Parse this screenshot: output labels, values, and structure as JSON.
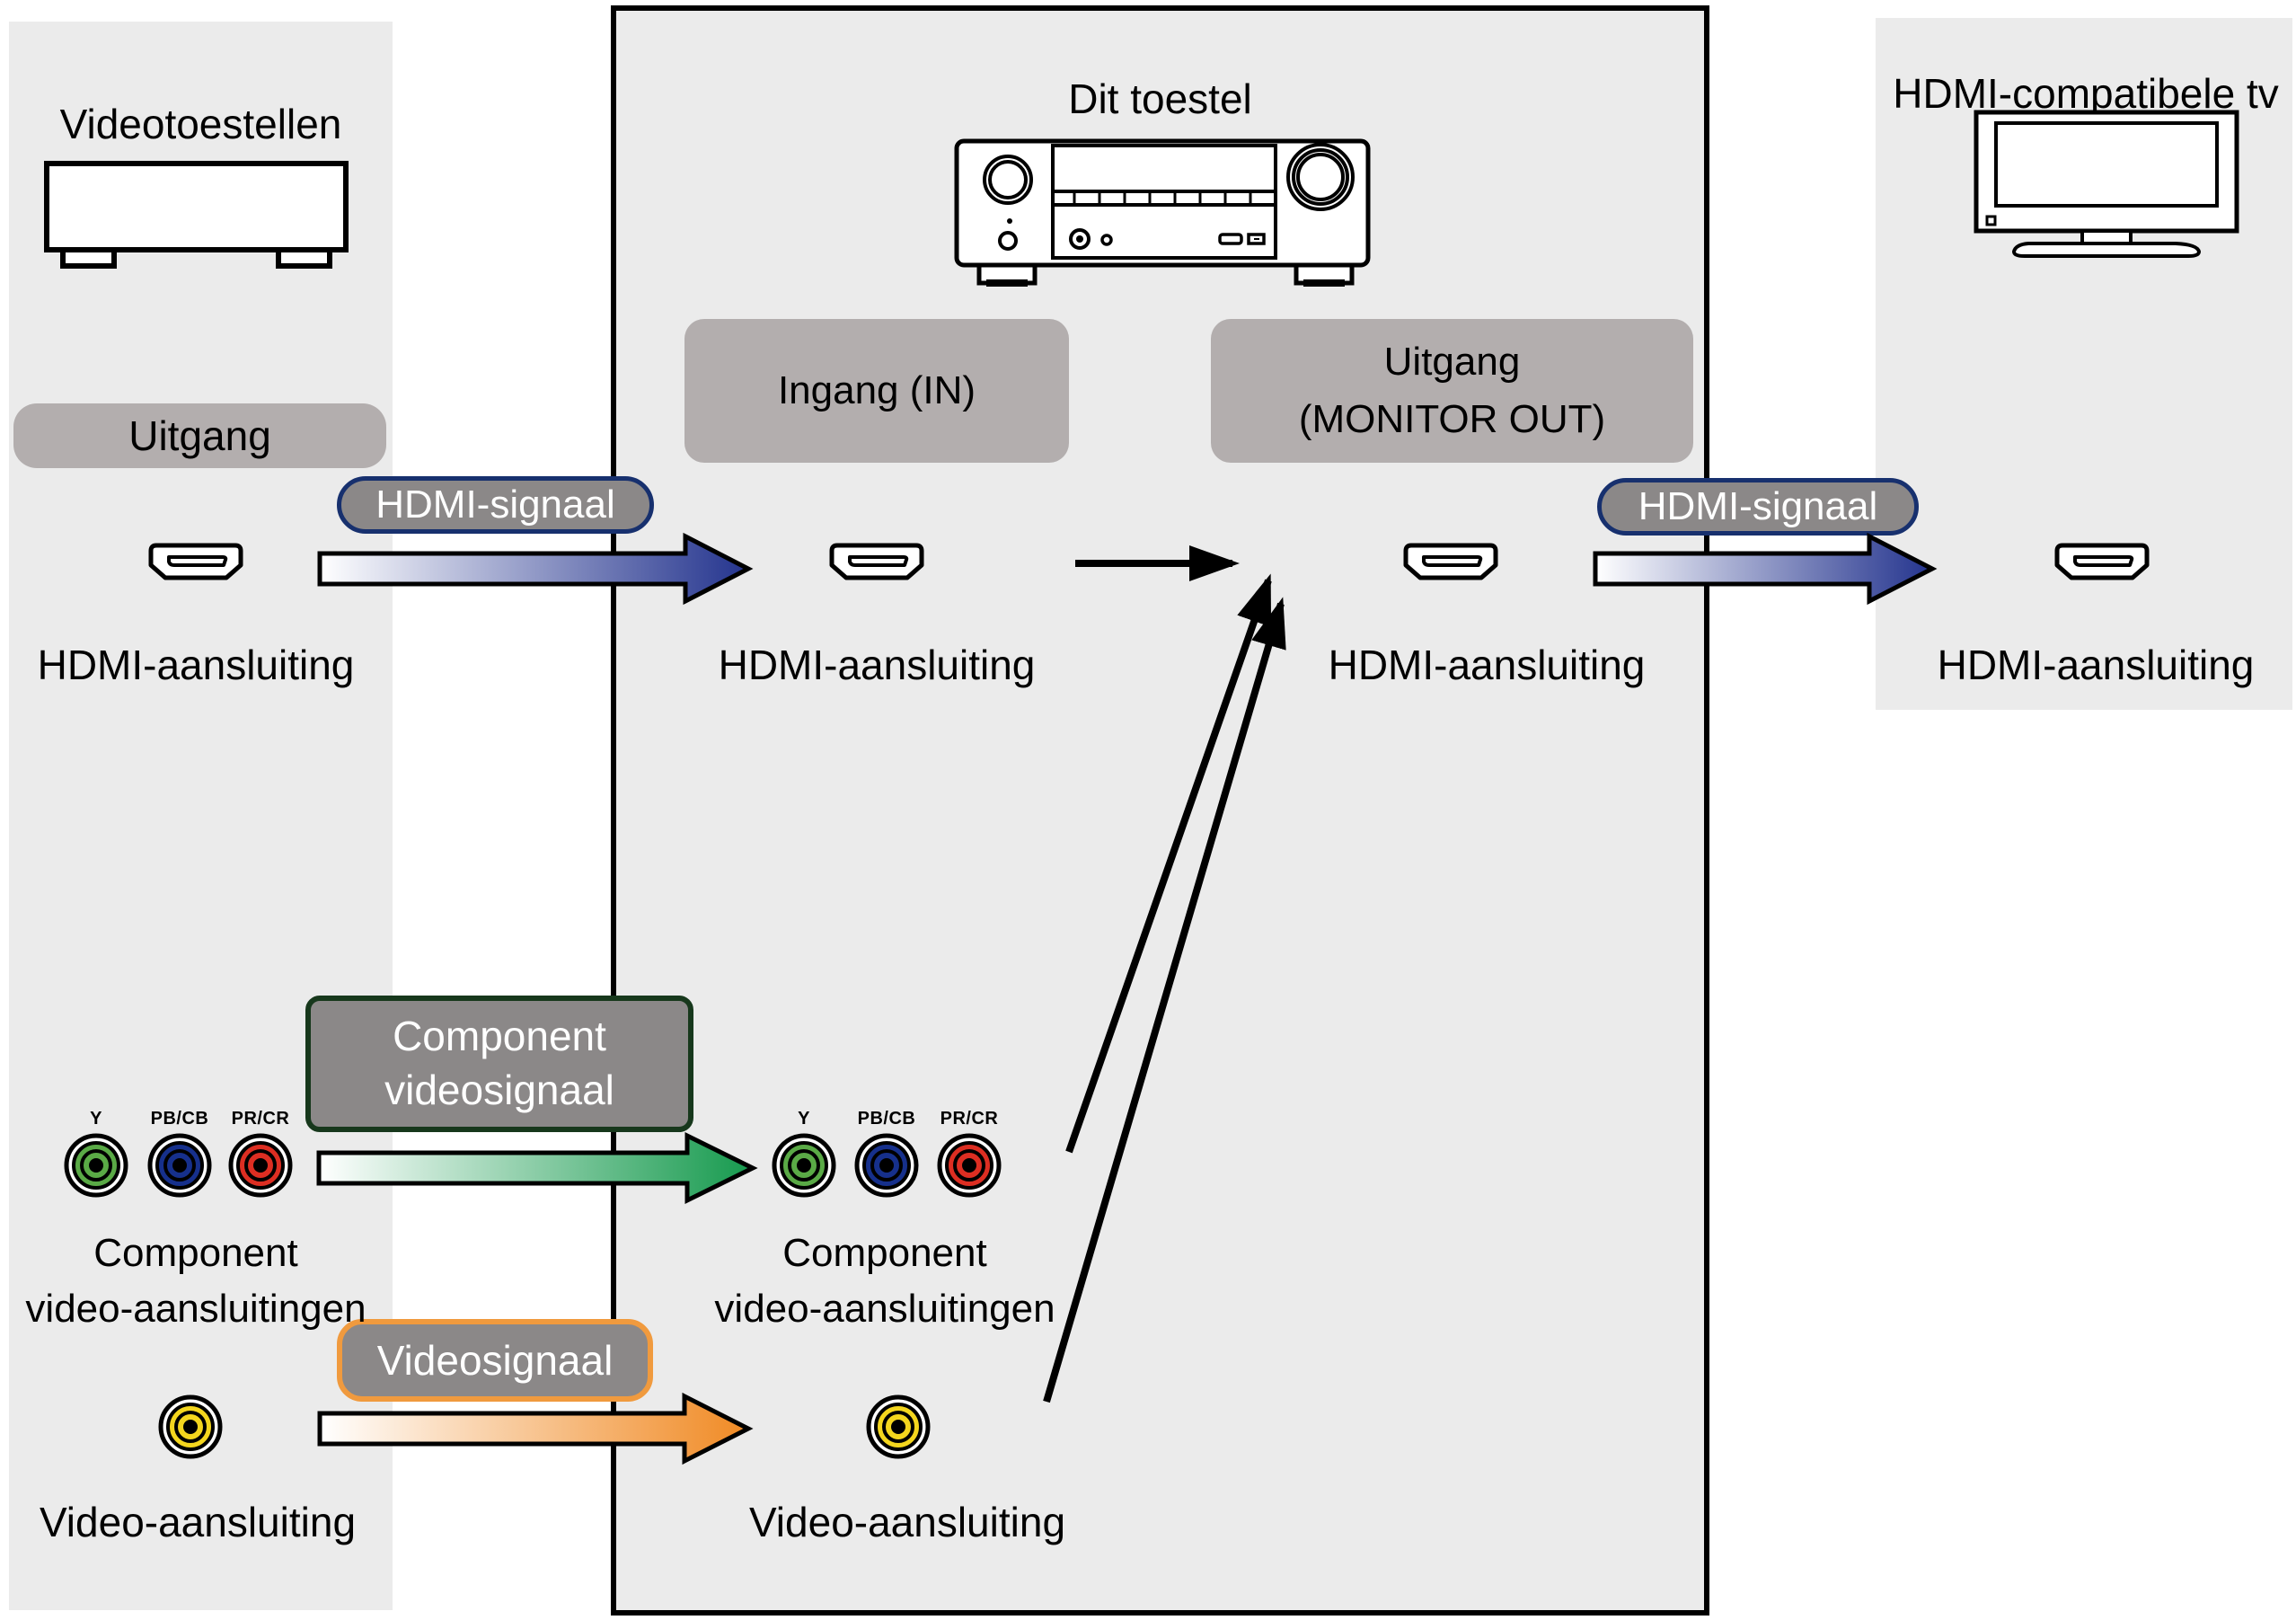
{
  "left_panel": {
    "title": "Videotoestellen",
    "output_label": "Uitgang",
    "hdmi_jack_label": "HDMI-aansluiting",
    "component_jack_line1": "Component",
    "component_jack_line2": "video-aansluitingen",
    "video_jack_label": "Video-aansluiting"
  },
  "center": {
    "title": "Dit toestel",
    "input_label": "Ingang (IN)",
    "output_label_line1": "Uitgang",
    "output_label_line2": "(MONITOR OUT)",
    "hdmi_in_jack_label": "HDMI-aansluiting",
    "hdmi_out_jack_label": "HDMI-aansluiting",
    "component_jack_line1": "Component",
    "component_jack_line2": "video-aansluitingen",
    "video_jack_label": "Video-aansluiting"
  },
  "right_panel": {
    "title": "HDMI-compatibele tv",
    "hdmi_jack_label": "HDMI-aansluiting"
  },
  "signals": {
    "hdmi_left": "HDMI-signaal",
    "hdmi_right": "HDMI-signaal",
    "component_line1": "Component",
    "component_line2": "videosignaal",
    "video": "Videosignaal"
  },
  "rca_labels": {
    "y": "Y",
    "pb_cb": "PB/CB",
    "pr_cr": "PR/CR"
  },
  "colors": {
    "panel_bg": "#ebebeb",
    "box_border": "#000000",
    "label_gray": "#b3aeae",
    "signal_label_gray": "#8b8888",
    "navy_border": "#17306e",
    "dark_green_border": "#17381c",
    "orange_border": "#f09a3e",
    "arrow_blue": "#24348e",
    "arrow_green": "#169a4e",
    "arrow_orange": "#f08a24",
    "rca_green": "#5aaa46",
    "rca_blue": "#16308c",
    "rca_red": "#dd2e22",
    "rca_yellow": "#f4d61e",
    "line_black": "#000000"
  }
}
